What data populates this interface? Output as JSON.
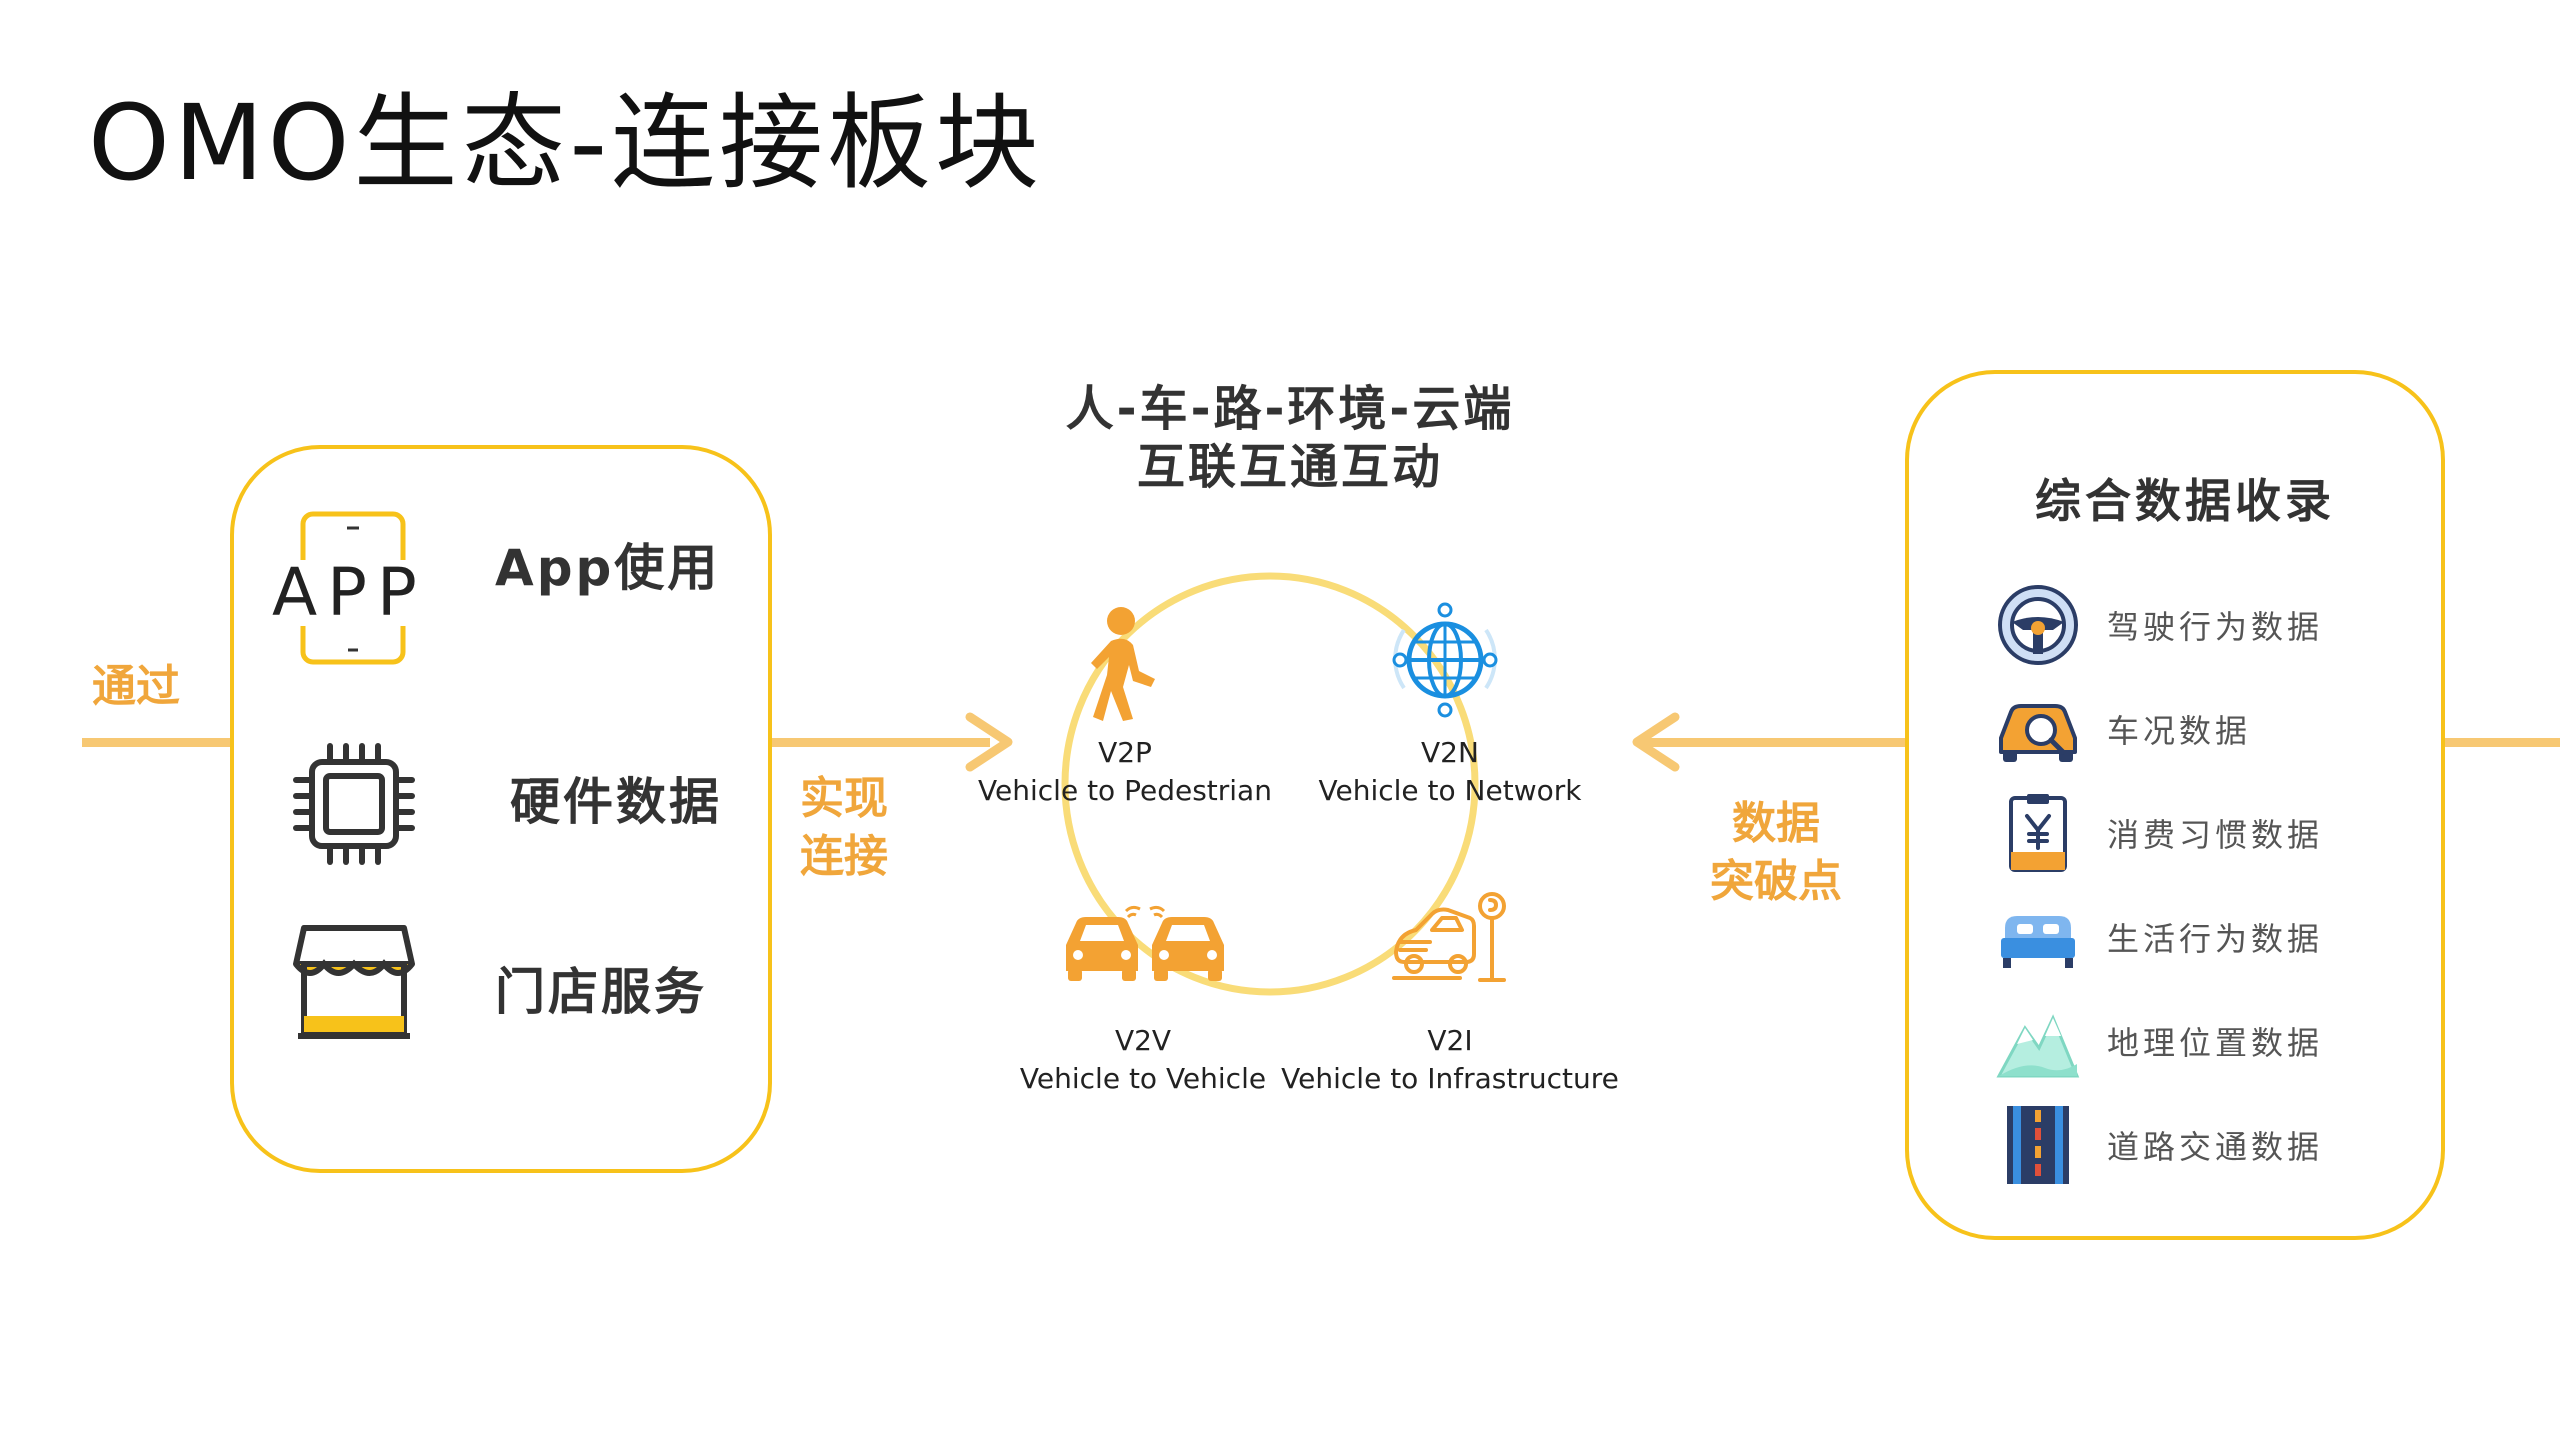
{
  "page": {
    "title": "OMO生态-连接板块"
  },
  "flow": {
    "through_label": "通过",
    "connect_label": "实现\n连接",
    "breakthrough_label": "数据\n突破点"
  },
  "left_panel": {
    "items": [
      {
        "icon": "app-icon",
        "icon_text": "APP",
        "label": "App使用"
      },
      {
        "icon": "chip-icon",
        "label": "硬件数据"
      },
      {
        "icon": "store-icon",
        "label": "门店服务"
      }
    ]
  },
  "center": {
    "title_line1": "人-车-路-环境-云端",
    "title_line2": "互联互通互动",
    "nodes": [
      {
        "icon": "pedestrian-icon",
        "code": "V2P",
        "full": "Vehicle to Pedestrian"
      },
      {
        "icon": "globe-network-icon",
        "code": "V2N",
        "full": "Vehicle to Network"
      },
      {
        "icon": "cars-icon",
        "code": "V2V",
        "full": "Vehicle to Vehicle"
      },
      {
        "icon": "car-signpost-icon",
        "code": "V2I",
        "full": "Vehicle to Infrastructure"
      }
    ]
  },
  "right_panel": {
    "title": "综合数据收录",
    "items": [
      {
        "icon": "steering-wheel-icon",
        "label": "驾驶行为数据"
      },
      {
        "icon": "car-inspection-icon",
        "label": "车况数据"
      },
      {
        "icon": "receipt-yuan-icon",
        "label": "消费习惯数据"
      },
      {
        "icon": "bed-icon",
        "label": "生活行为数据"
      },
      {
        "icon": "mountain-icon",
        "label": "地理位置数据"
      },
      {
        "icon": "road-icon",
        "label": "道路交通数据"
      }
    ]
  },
  "colors": {
    "accent_yellow": "#f7c21a",
    "line_orange": "#f7c873",
    "label_orange": "#f0a63b",
    "icon_orange": "#f3a233",
    "icon_blue": "#1a8fe0"
  }
}
